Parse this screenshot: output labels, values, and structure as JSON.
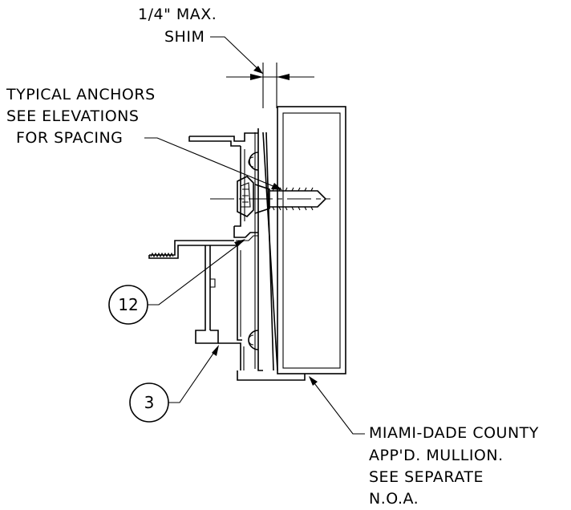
{
  "notes": {
    "shim_line1": "1/4\" MAX.",
    "shim_line2": "SHIM",
    "anchors_line1": "TYPICAL ANCHORS",
    "anchors_line2": "SEE ELEVATIONS",
    "anchors_line3": "FOR SPACING",
    "mullion_line1": "MIAMI-DADE COUNTY",
    "mullion_line2": "APP'D. MULLION.",
    "mullion_line3": "SEE SEPARATE",
    "mullion_line4": "N.O.A."
  },
  "callouts": {
    "item_12": "12",
    "item_3": "3"
  }
}
